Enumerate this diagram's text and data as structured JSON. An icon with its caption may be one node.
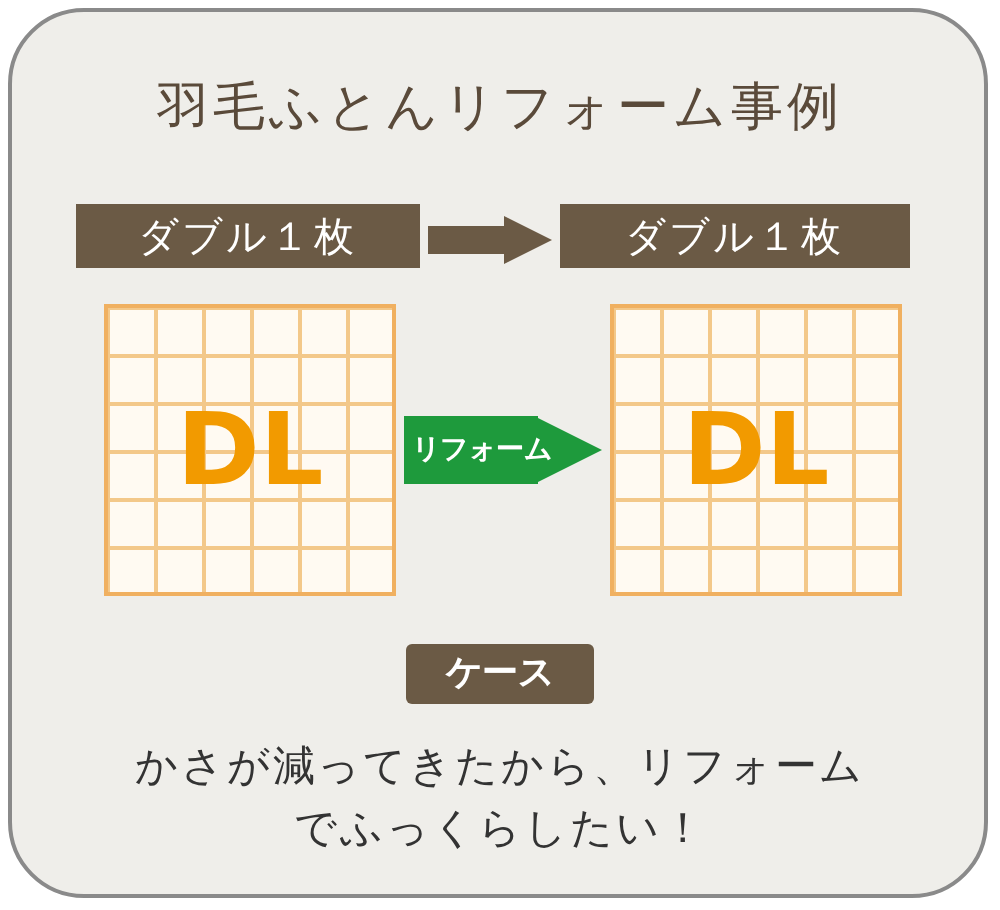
{
  "diagram": {
    "title": "羽毛ふとんリフォーム事例",
    "nodes": [
      {
        "text": [
          "ダブル１枚"
        ]
      },
      {
        "text": [
          "ダブル１枚"
        ]
      },
      {
        "text": [
          "DL"
        ]
      },
      {
        "text": [
          "DL"
        ]
      }
    ],
    "edges": [
      {
        "from": 0,
        "to": 1,
        "arrow": "to"
      },
      {
        "from": 2,
        "to": 3,
        "arrow": "to",
        "label": "リフォーム",
        "style": "thick",
        "color": "#1e9a3c"
      }
    ],
    "labels": [
      "ケース",
      "かさが減ってきたから、リフォームでふっくらしたい！"
    ]
  }
}
